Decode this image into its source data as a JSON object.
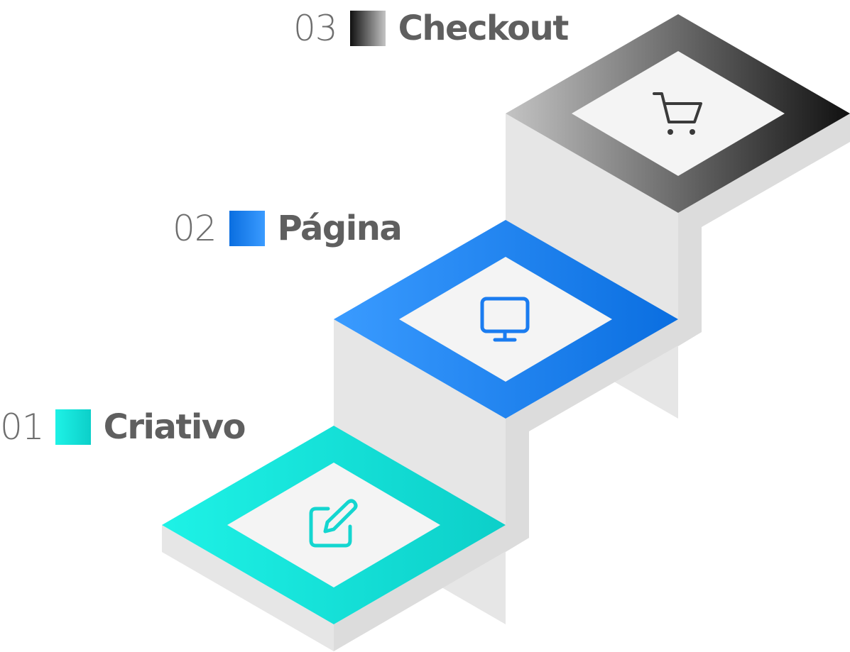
{
  "steps": [
    {
      "number": "01",
      "title": "Criativo",
      "icon": "edit-icon",
      "colors": {
        "from": "#1ef2e6",
        "to": "#0ccfc9"
      }
    },
    {
      "number": "02",
      "title": "Página",
      "icon": "monitor-icon",
      "colors": {
        "from": "#3a9bff",
        "to": "#0a6ee0"
      }
    },
    {
      "number": "03",
      "title": "Checkout",
      "icon": "cart-icon",
      "colors": {
        "from": "#c4c4c4",
        "to": "#101010"
      }
    }
  ],
  "colors": {
    "step_side": "#e6e6e6",
    "step_side_dark": "#dadada",
    "tile_inner": "#f4f4f4",
    "text": "#5f5f5f"
  }
}
